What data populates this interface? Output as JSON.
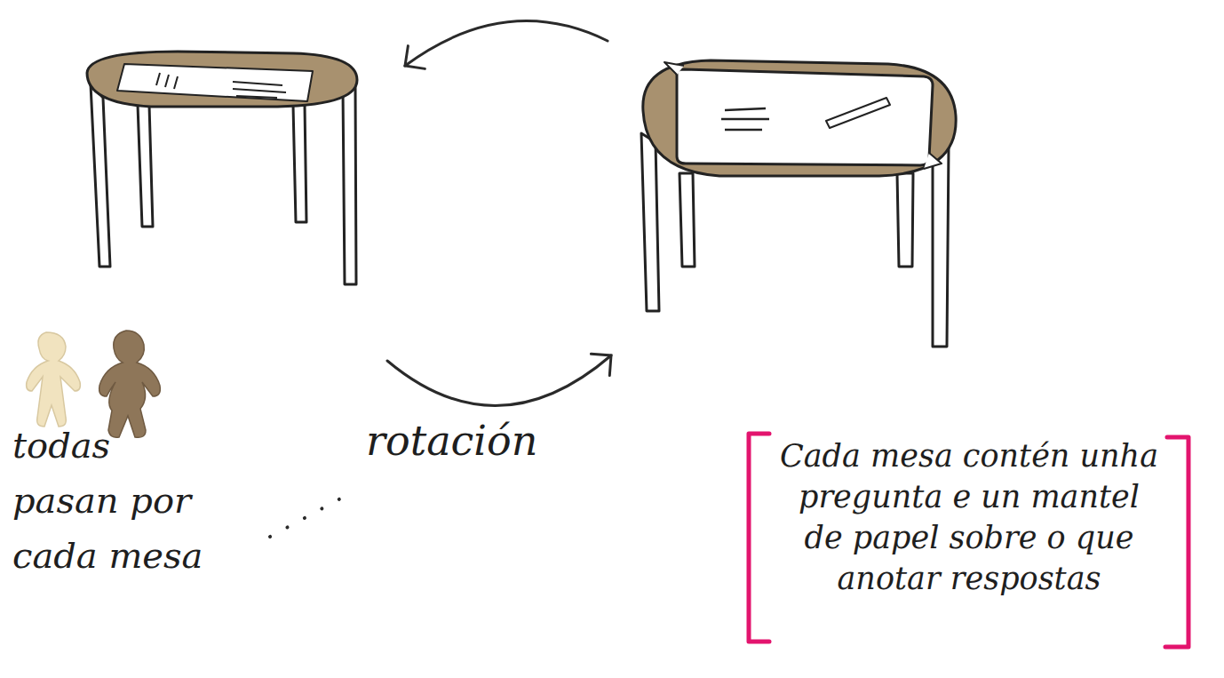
{
  "diagram": {
    "labels": [
      "todas pasan por cada mesa",
      "rotación",
      "Cada mesa contén unha pregunta e un mantel de papel sobre o que anotar respostas"
    ]
  }
}
